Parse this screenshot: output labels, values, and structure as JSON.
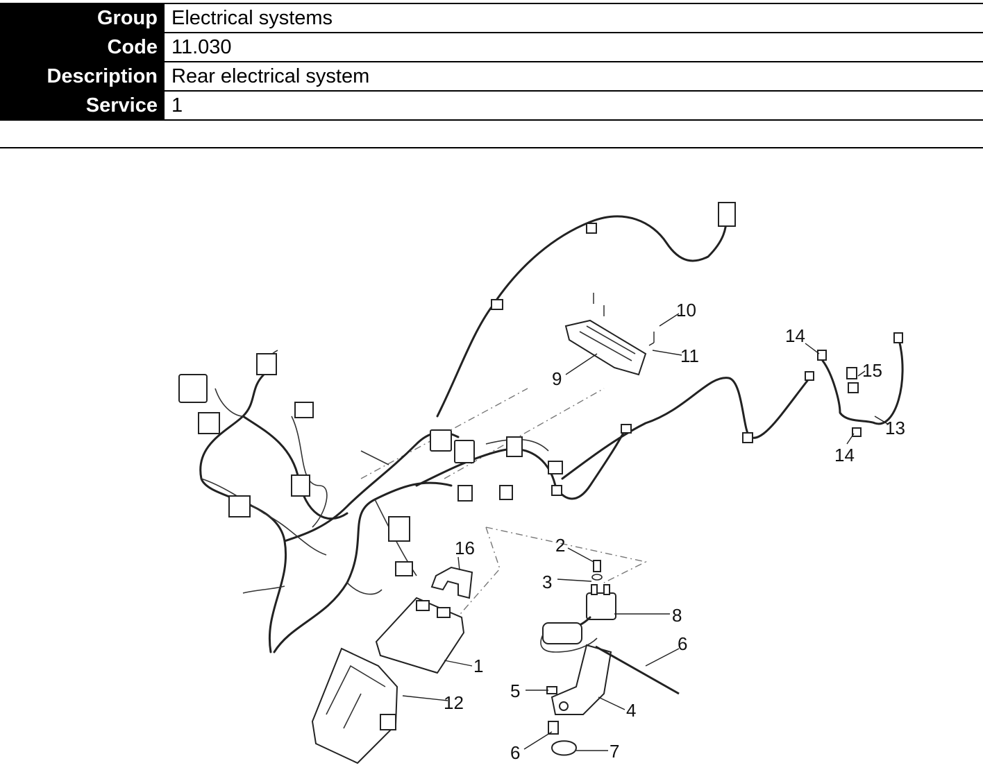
{
  "header": {
    "group_label": "Group",
    "group_value": "Electrical systems",
    "code_label": "Code",
    "code_value": "11.030",
    "description_label": "Description",
    "description_value": "Rear electrical system",
    "service_label": "Service",
    "service_value": "1"
  },
  "diagram": {
    "callouts": {
      "c1": "1",
      "c2": "2",
      "c3": "3",
      "c4": "4",
      "c5": "5",
      "c6a": "6",
      "c6b": "6",
      "c7": "7",
      "c8": "8",
      "c9": "9",
      "c10": "10",
      "c11": "11",
      "c12": "12",
      "c13": "13",
      "c14a": "14",
      "c14b": "14",
      "c15": "15",
      "c16": "16"
    }
  }
}
